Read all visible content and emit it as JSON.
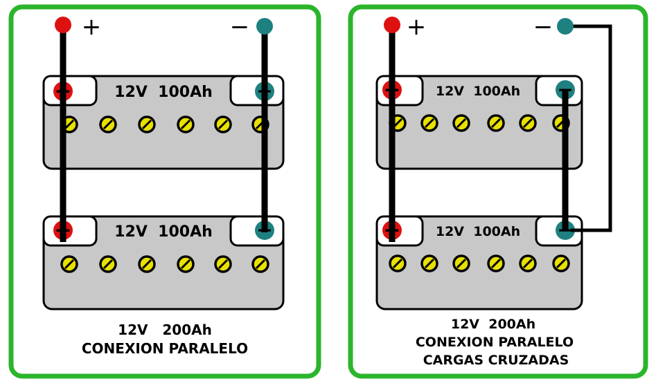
{
  "panels": [
    {
      "batteries": [
        {
          "label": "12V  100Ah",
          "pos_symbol": "+",
          "neg_symbol": "−"
        },
        {
          "label": "12V  100Ah",
          "pos_symbol": "+",
          "neg_symbol": "−"
        }
      ],
      "output_pos_symbol": "+",
      "output_neg_symbol": "−",
      "caption": [
        "12V   200Ah",
        "CONEXION PARALELO"
      ]
    },
    {
      "batteries": [
        {
          "label": "12V  100Ah",
          "pos_symbol": "+",
          "neg_symbol": "−"
        },
        {
          "label": "12V  100Ah",
          "pos_symbol": "+",
          "neg_symbol": "−"
        }
      ],
      "output_pos_symbol": "+",
      "output_neg_symbol": "−",
      "caption": [
        "12V  200Ah",
        "CONEXION PARALELO",
        "CARGAS CRUZADAS"
      ]
    }
  ],
  "colors": {
    "frame": "#2bb52b",
    "battery_body": "#c8c8c8",
    "positive_terminal": "#dd1111",
    "negative_terminal": "#1f8080",
    "screw": "#e8e000",
    "wire": "#000000"
  }
}
